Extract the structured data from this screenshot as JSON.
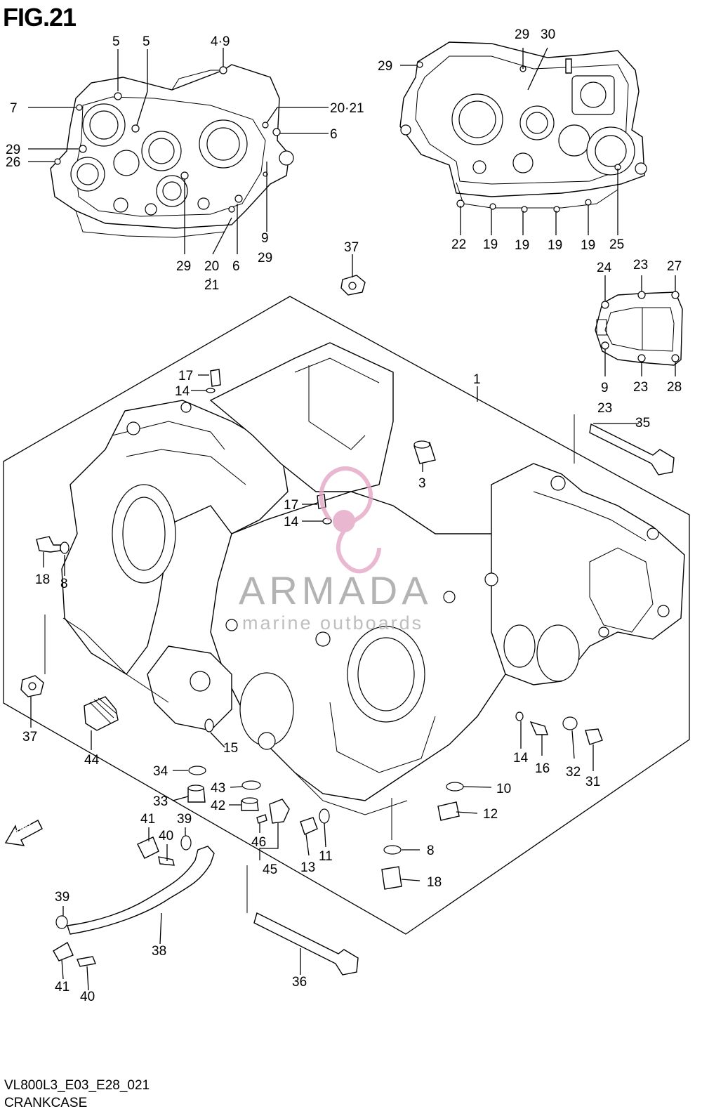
{
  "figure": {
    "title": "FIG.21",
    "code": "VL800L3_E03_E28_021",
    "name": "CRANKCASE",
    "fwd_label": "FWD"
  },
  "watermark": {
    "word": "ARMADA",
    "sub": "marine outboards",
    "accent_color": "#e6a6c6"
  },
  "callouts": {
    "c1": "1",
    "c3": "3",
    "c5a": "5",
    "c5b": "5",
    "c4_9": "4·9",
    "c7": "7",
    "c20_21a": "20·21",
    "c6a": "6",
    "c29a": "29",
    "c26": "26",
    "c29b": "29",
    "c20b": "20",
    "c21b": "21",
    "c6b": "6",
    "c9a": "9",
    "c29c": "29",
    "c29d": "29",
    "c29e": "29",
    "c30": "30",
    "c22": "22",
    "c19a": "19",
    "c19b": "19",
    "c19c": "19",
    "c19d": "19",
    "c25": "25",
    "c37a": "37",
    "c24": "24",
    "c23a": "23",
    "c27": "27",
    "c9b": "9",
    "c23b": "23",
    "c23c": "23",
    "c28": "28",
    "c17a": "17",
    "c14a": "14",
    "c35": "35",
    "c17b": "17",
    "c14b": "14",
    "c18a": "18",
    "c8a": "8",
    "c37b": "37",
    "c44": "44",
    "c15": "15",
    "c14c": "14",
    "c16": "16",
    "c32": "32",
    "c31": "31",
    "c10": "10",
    "c12": "12",
    "c34": "34",
    "c43": "43",
    "c42": "42",
    "c33": "33",
    "c41a": "41",
    "c39a": "39",
    "c40a": "40",
    "c46": "46",
    "c45": "45",
    "c13": "13",
    "c11": "11",
    "c8b": "8",
    "c18b": "18",
    "c39b": "39",
    "c38": "38",
    "c41b": "41",
    "c40b": "40",
    "c36": "36"
  }
}
